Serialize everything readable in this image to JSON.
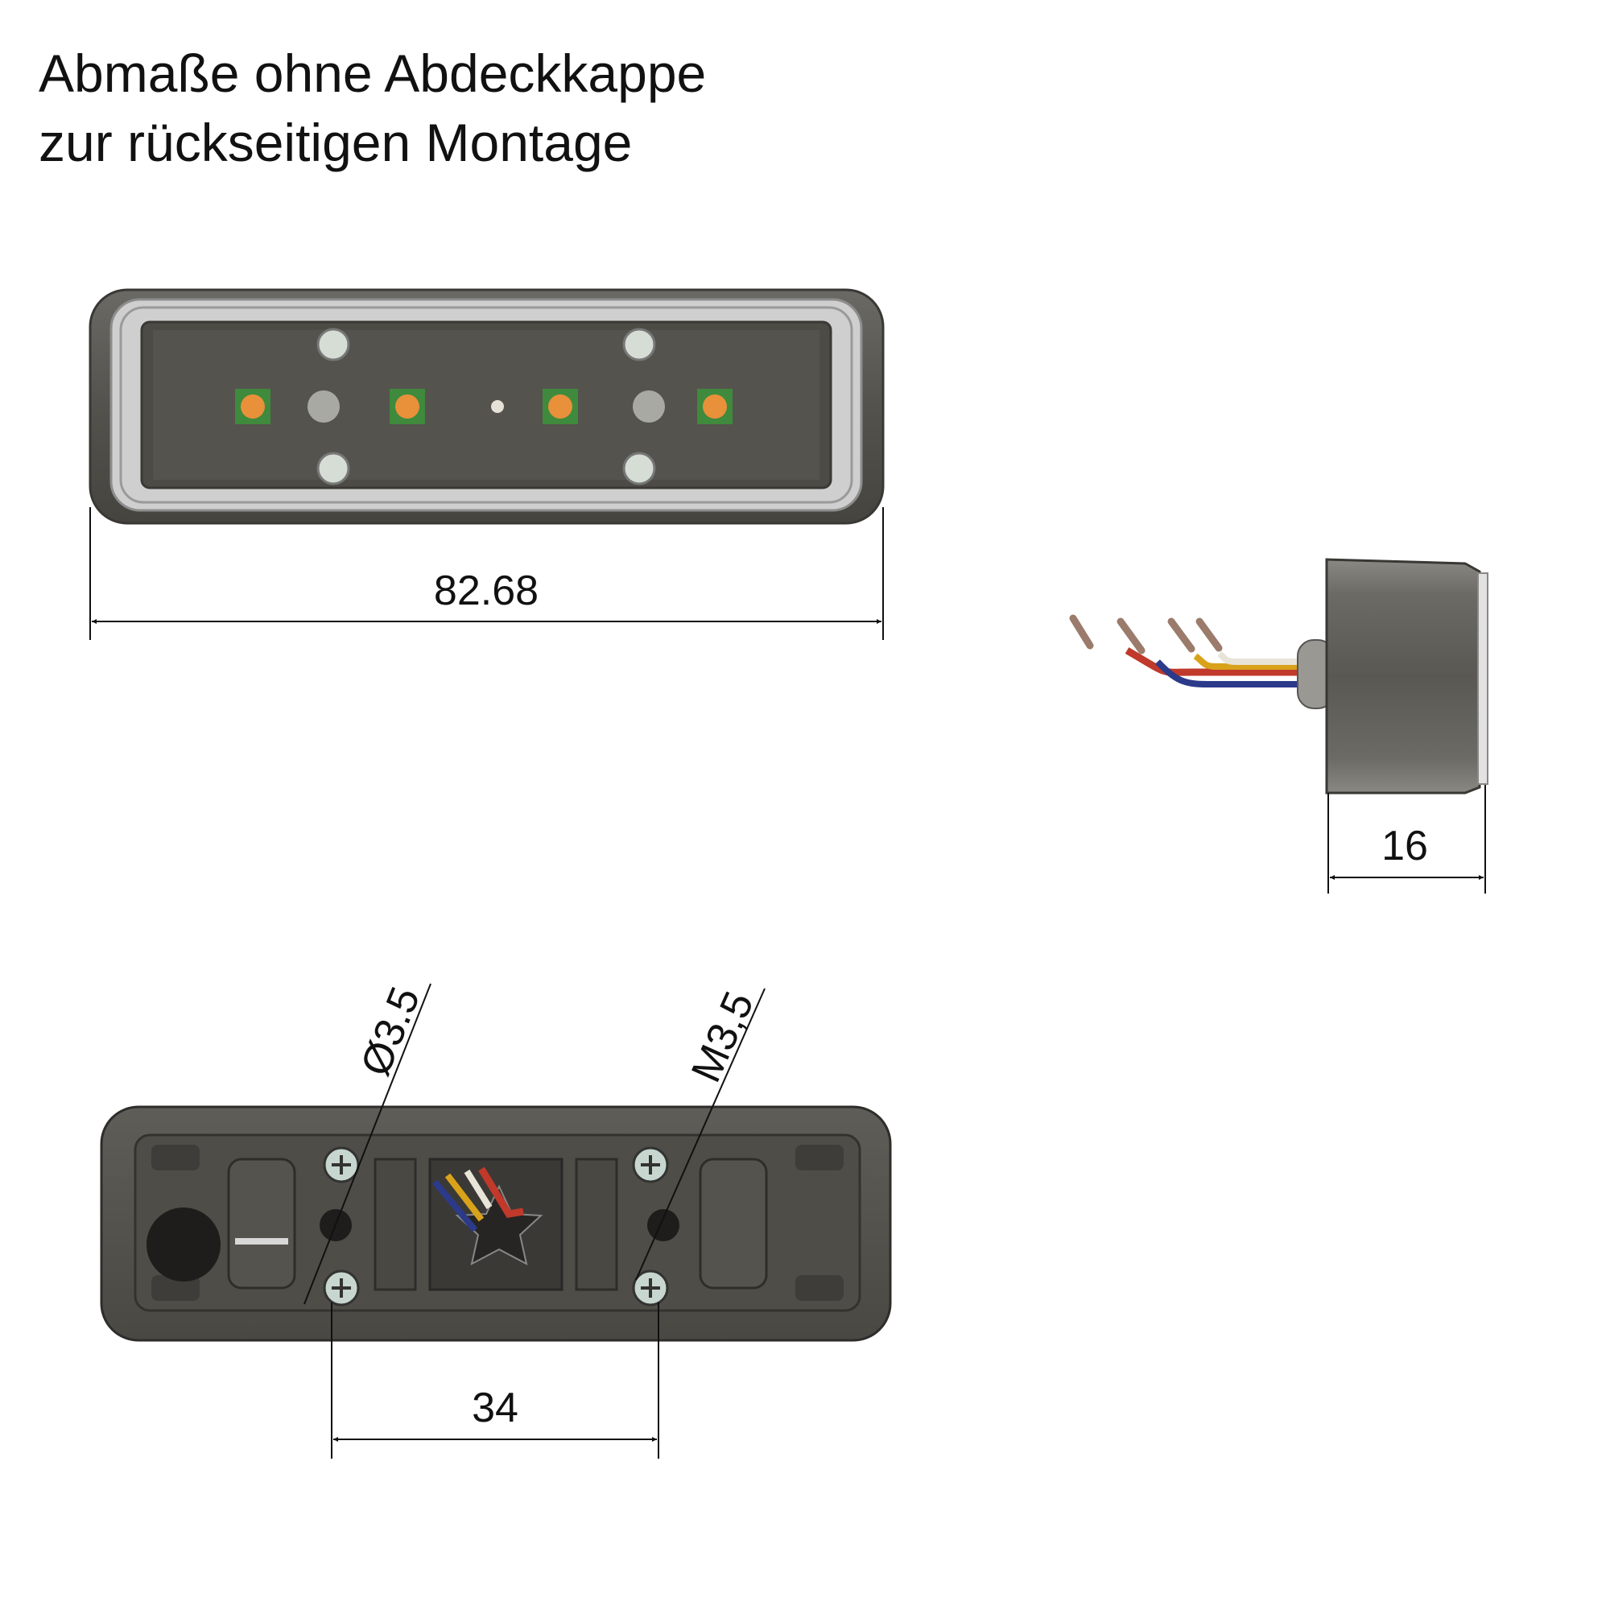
{
  "title": {
    "line1": "Abmaße ohne Abdeckkappe",
    "line2": "zur rückseitigen Montage"
  },
  "front_view": {
    "width_dimension": "82.68"
  },
  "side_view": {
    "depth_dimension": "16"
  },
  "rear_view": {
    "hole_diameter_label": "Ø3.5",
    "thread_label": "M3,5",
    "hole_spacing_dimension": "34"
  },
  "colors": {
    "housing": "#5b5954",
    "housing_dark": "#3e3c38",
    "lens_rim": "#d6d6d6",
    "led_amber": "#e8903a",
    "led_pad": "#3f8a3c",
    "wire_red": "#c0392b",
    "wire_blue": "#2c3a8a",
    "wire_yellow": "#d9a21b",
    "wire_white": "#e8e4d8"
  }
}
